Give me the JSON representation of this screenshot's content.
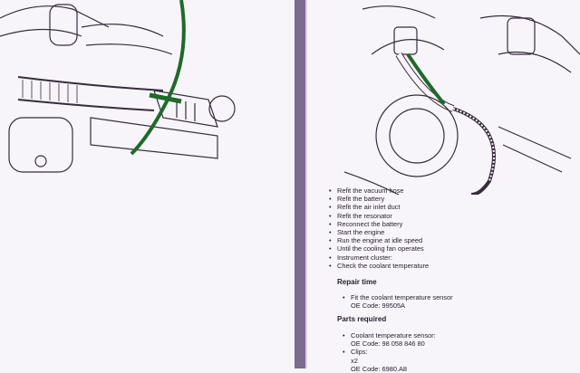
{
  "steps": [
    "",
    "Refit the vacuum hose",
    "Refit the battery",
    "Refit the air inlet duct",
    "Refit the resonator",
    "Reconnect the battery",
    "Start the engine",
    "Run the engine at idle speed",
    "Until the cooling fan operates",
    "Instrument cluster:",
    "Check the coolant temperature"
  ],
  "repair_time": {
    "heading": "Repair time",
    "item": "Fit the coolant temperature sensor",
    "code": "OE Code: 99505A"
  },
  "parts_required": {
    "heading": "Parts required",
    "items": [
      {
        "name": "Coolant temperature sensor:",
        "code": "OE Code: 98 058 846 80"
      },
      {
        "name": "Clips:",
        "qty": "x2",
        "code": "OE Code: 6980.A8"
      }
    ]
  },
  "colors": {
    "highlight": "#1e6a2a",
    "gutter": "#7b6b8c",
    "line": "#3a2a40"
  }
}
